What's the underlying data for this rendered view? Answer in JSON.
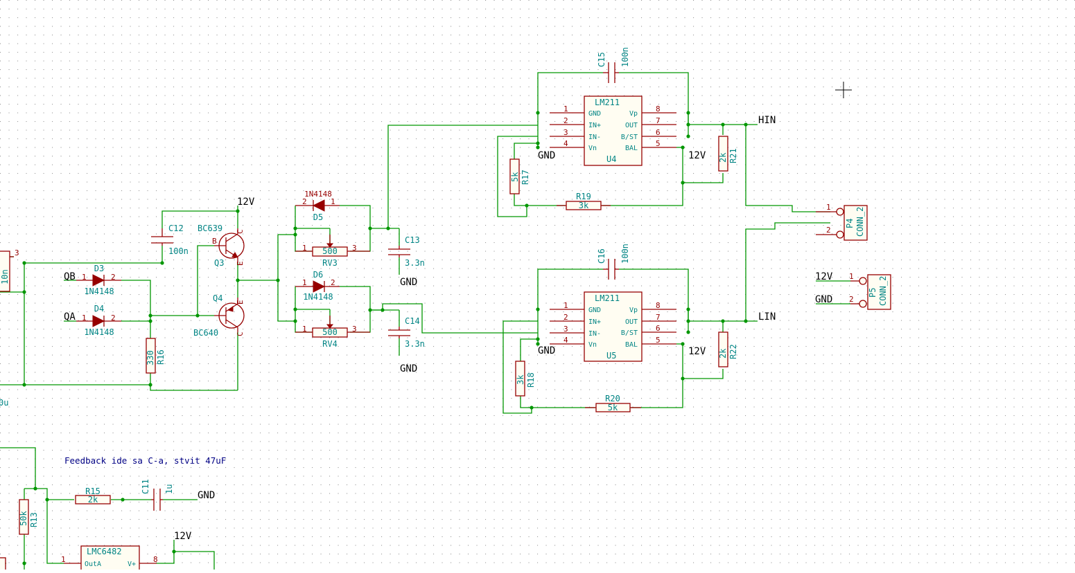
{
  "components": {
    "u4": {
      "name": "LM211",
      "ref": "U4",
      "pins_left": [
        "1",
        "2",
        "3",
        "4"
      ],
      "pins_right": [
        "8",
        "7",
        "6",
        "5"
      ],
      "labels_left": [
        "GND",
        "IN+",
        "IN-",
        "Vn"
      ],
      "labels_right": [
        "Vp",
        "OUT",
        "B/ST",
        "BAL"
      ]
    },
    "u5": {
      "name": "LM211",
      "ref": "U5",
      "pins_left": [
        "1",
        "2",
        "3",
        "4"
      ],
      "pins_right": [
        "8",
        "7",
        "6",
        "5"
      ],
      "labels_left": [
        "GND",
        "IN+",
        "IN-",
        "Vn"
      ],
      "labels_right": [
        "Vp",
        "OUT",
        "B/ST",
        "BAL"
      ]
    },
    "c15": {
      "ref": "C15",
      "value": "100n"
    },
    "c16": {
      "ref": "C16",
      "value": "100n"
    },
    "c12": {
      "ref": "C12",
      "value": "100n"
    },
    "c13": {
      "ref": "C13",
      "value": "3.3n"
    },
    "c14": {
      "ref": "C14",
      "value": "3.3n"
    },
    "c11": {
      "ref": "C11",
      "value": "1u"
    },
    "r17": {
      "ref": "R17",
      "value": "5k"
    },
    "r18": {
      "ref": "R18",
      "value": "3k"
    },
    "r19": {
      "ref": "R19",
      "value": "3k"
    },
    "r20": {
      "ref": "R20",
      "value": "5k"
    },
    "r21": {
      "ref": "R21",
      "value": "2k"
    },
    "r22": {
      "ref": "R22",
      "value": "2k"
    },
    "r16": {
      "ref": "R16",
      "value": "330"
    },
    "r15": {
      "ref": "R15",
      "value": "2k"
    },
    "r13": {
      "ref": "R13",
      "value": "50k"
    },
    "rv3": {
      "ref": "RV3",
      "value": "500",
      "pin1": "1",
      "pin3": "3"
    },
    "rv4": {
      "ref": "RV4",
      "value": "500",
      "pin1": "1",
      "pin3": "3"
    },
    "q3": {
      "ref": "Q3",
      "value": "BC639"
    },
    "q4": {
      "ref": "Q4",
      "value": "BC640"
    },
    "d3": {
      "ref": "D3",
      "value": "1N4148"
    },
    "d4": {
      "ref": "D4",
      "value": "1N4148"
    },
    "d5": {
      "ref": "D5",
      "value": "1N4148"
    },
    "d6": {
      "ref": "D6",
      "value": "1N4148"
    },
    "p4": {
      "ref": "P4",
      "value": "CONN_2",
      "pin1": "1",
      "pin2": "2"
    },
    "p5": {
      "ref": "P5",
      "value": "CONN_2",
      "pin1": "1",
      "pin2": "2"
    },
    "u_bottom": {
      "name": "LMC6482",
      "pin_left": "1",
      "pin_right": "8",
      "label_left": "OutA",
      "label_right": "V+"
    },
    "partial_left": {
      "pin": "3",
      "cap_value": "10n",
      "cap_value2": "0u"
    }
  },
  "nets": {
    "vcc": "12V",
    "gnd": "GND",
    "hin": "HIN",
    "lin": "LIN",
    "qa": "QA",
    "qb": "QB"
  },
  "pin_labels": {
    "one": "1",
    "two": "2",
    "b": "B",
    "c": "C",
    "e": "E"
  },
  "comment": "Feedback ide sa C-a, stvit 47uF"
}
